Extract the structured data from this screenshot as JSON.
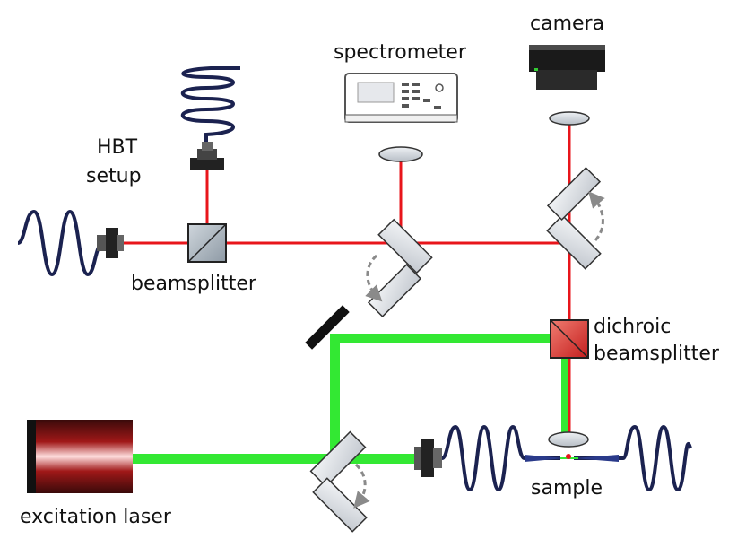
{
  "labels": {
    "camera": "camera",
    "spectrometer": "spectrometer",
    "hbt_line1": "HBT",
    "hbt_line2": "setup",
    "beamsplitter": "beamsplitter",
    "dichroic_line1": "dichroic",
    "dichroic_line2": "beamsplitter",
    "sample": "sample",
    "excitation_laser": "excitation laser"
  },
  "colors": {
    "red_beam": "#e8151b",
    "green_beam": "#33e833",
    "fiber": "#1b2250",
    "mirror_face": "#d9dde3",
    "arrow": "#8a8a8a",
    "laser_body": "#2a0a0a",
    "dichroic": "#e0403a"
  }
}
